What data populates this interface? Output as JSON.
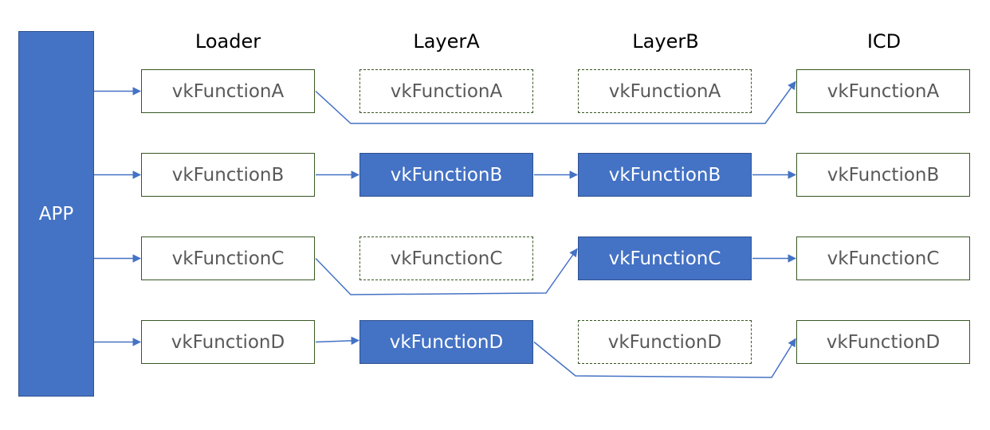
{
  "app": {
    "label": "APP"
  },
  "columns": [
    "Loader",
    "LayerA",
    "LayerB",
    "ICD"
  ],
  "rows": [
    {
      "cells": [
        {
          "label": "vkFunctionA",
          "state": "plain"
        },
        {
          "label": "vkFunctionA",
          "state": "dashed"
        },
        {
          "label": "vkFunctionA",
          "state": "dashed"
        },
        {
          "label": "vkFunctionA",
          "state": "plain"
        }
      ]
    },
    {
      "cells": [
        {
          "label": "vkFunctionB",
          "state": "plain"
        },
        {
          "label": "vkFunctionB",
          "state": "active"
        },
        {
          "label": "vkFunctionB",
          "state": "active"
        },
        {
          "label": "vkFunctionB",
          "state": "plain"
        }
      ]
    },
    {
      "cells": [
        {
          "label": "vkFunctionC",
          "state": "plain"
        },
        {
          "label": "vkFunctionC",
          "state": "dashed"
        },
        {
          "label": "vkFunctionC",
          "state": "active"
        },
        {
          "label": "vkFunctionC",
          "state": "plain"
        }
      ]
    },
    {
      "cells": [
        {
          "label": "vkFunctionD",
          "state": "plain"
        },
        {
          "label": "vkFunctionD",
          "state": "active"
        },
        {
          "label": "vkFunctionD",
          "state": "dashed"
        },
        {
          "label": "vkFunctionD",
          "state": "plain"
        }
      ]
    }
  ],
  "colors": {
    "accent": "#4472c4",
    "box_border": "#385723",
    "arrow": "#4472c4"
  }
}
